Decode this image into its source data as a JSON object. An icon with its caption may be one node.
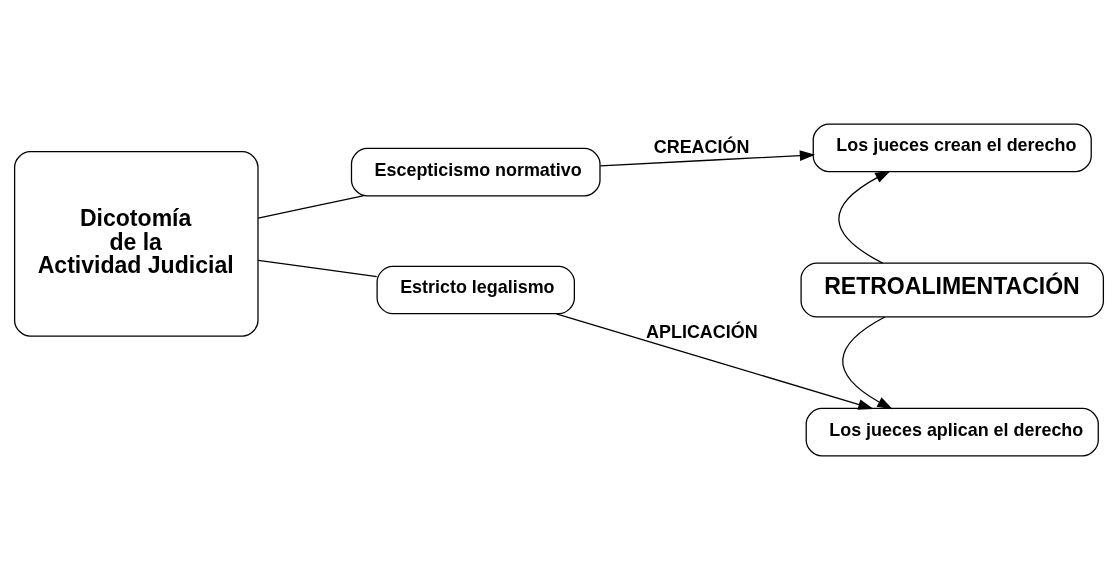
{
  "diagram": {
    "nodes": [
      {
        "text": [
          "Dicotomía de la Actividad Judicial"
        ]
      },
      {
        "text": [
          "Escepticismo normativo"
        ]
      },
      {
        "text": [
          "Los jueces crean el derecho"
        ]
      },
      {
        "text": [
          "RETROALIMENTACIÓN"
        ]
      },
      {
        "text": [
          "Estricto legalismo"
        ]
      },
      {
        "text": [
          "Los jueces aplican el derecho"
        ]
      }
    ],
    "edges": [
      {
        "from": 0,
        "to": 1,
        "arrow": "none"
      },
      {
        "from": 0,
        "to": 4,
        "arrow": "none"
      },
      {
        "from": 1,
        "to": 2,
        "arrow": "to",
        "label": "CREACIÓN"
      },
      {
        "from": 3,
        "to": 2,
        "arrow": "to"
      },
      {
        "from": 3,
        "to": 5,
        "arrow": "to"
      },
      {
        "from": 4,
        "to": 5,
        "arrow": "to",
        "label": "APLICACIÓN"
      }
    ]
  }
}
